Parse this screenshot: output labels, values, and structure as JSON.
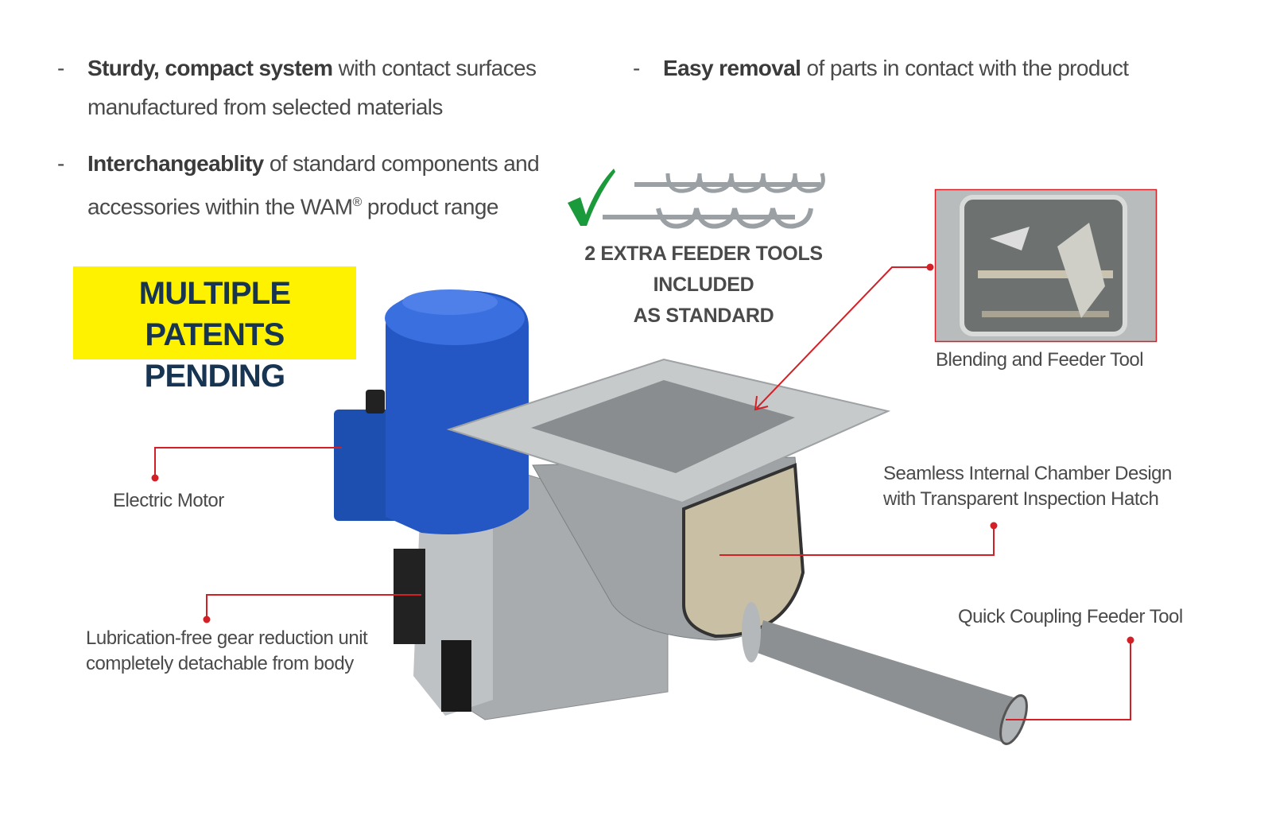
{
  "features": [
    {
      "bold": "Sturdy, compact system",
      "rest_line1": " with contact surfaces",
      "line2": "manufactured from selected materials"
    },
    {
      "bold": "Interchangeablity",
      "rest_line1": " of standard components and",
      "line2_pre": "accessories within the WAM",
      "line2_sup": "®",
      "line2_post": " product range"
    },
    {
      "bold": "Easy removal",
      "rest_line1": " of parts in contact with the product"
    }
  ],
  "bullet_dash": "-",
  "badge": {
    "line1": "MULTIPLE PATENTS",
    "line2": "PENDING",
    "bg": "#fff200",
    "color": "#173553"
  },
  "tools": {
    "line1": "2 EXTRA FEEDER TOOLS INCLUDED",
    "line2": "AS STANDARD",
    "check_color": "#1a9a3a"
  },
  "callouts": {
    "electric_motor": "Electric Motor",
    "gear_line1": "Lubrication-free gear reduction unit",
    "gear_line2": "completely detachable from body",
    "blending": "Blending and Feeder Tool",
    "seamless_line1": "Seamless Internal Chamber Design",
    "seamless_line2": "with Transparent Inspection Hatch",
    "quick_coupling": "Quick Coupling Feeder Tool"
  },
  "accent_color": "#d32027"
}
